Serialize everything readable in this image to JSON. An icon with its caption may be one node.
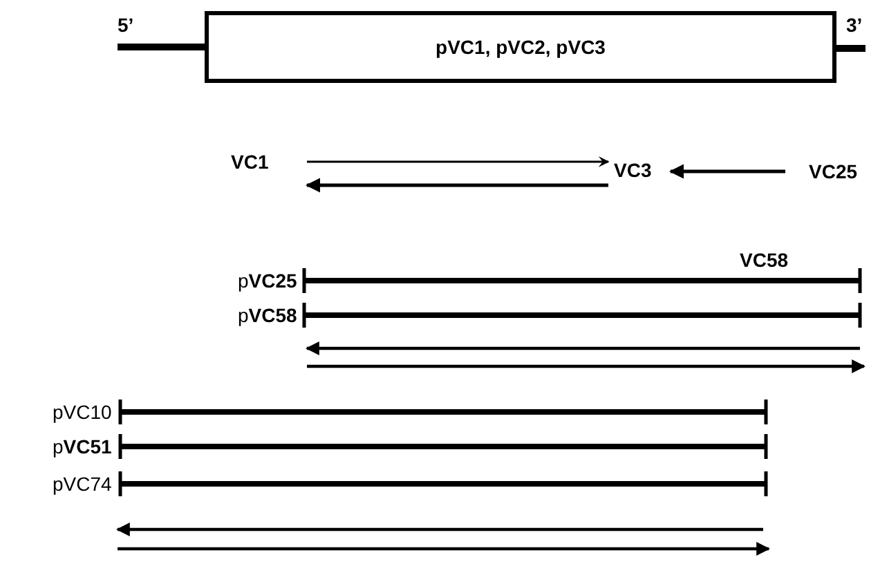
{
  "diagram": {
    "nodes": [
      {
        "text": [
          "p**VC1**, p**VC2**, p**VC3**"
        ]
      }
    ],
    "labels": [
      "5’",
      "3’",
      "VC1",
      "VC3",
      "VC25",
      "VC58",
      "p**VC25**",
      "p**VC58**",
      "pVC10",
      "p**VC51**",
      "pVC74"
    ]
  }
}
